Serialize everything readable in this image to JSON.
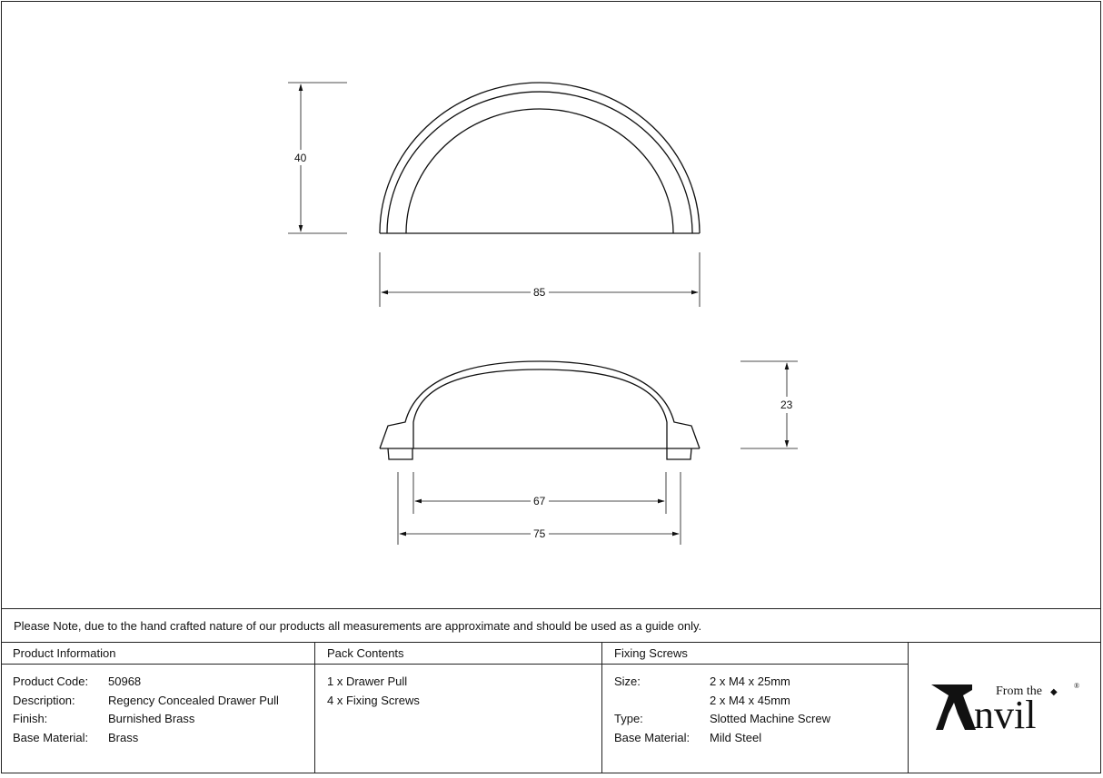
{
  "drawing": {
    "top_view": {
      "height_label": "40",
      "width_label": "85"
    },
    "front_view": {
      "height_label": "23",
      "inner_width_label": "67",
      "outer_width_label": "75"
    }
  },
  "note": "Please Note, due to the hand crafted nature of our products all measurements are approximate and should be used as a guide only.",
  "product_info": {
    "heading": "Product Information",
    "rows": [
      {
        "label": "Product Code:",
        "value": "50968"
      },
      {
        "label": "Description:",
        "value": "Regency Concealed Drawer Pull"
      },
      {
        "label": "Finish:",
        "value": "Burnished Brass"
      },
      {
        "label": "Base Material:",
        "value": "Brass"
      }
    ]
  },
  "pack_contents": {
    "heading": "Pack Contents",
    "items": [
      "1 x Drawer Pull",
      "4 x Fixing Screws"
    ]
  },
  "fixing_screws": {
    "heading": "Fixing Screws",
    "rows": [
      {
        "label": "Size:",
        "value": "2 x M4 x 25mm"
      },
      {
        "label": "",
        "value": "2 x M4 x 45mm"
      },
      {
        "label": "Type:",
        "value": "Slotted Machine Screw"
      },
      {
        "label": "Base Material:",
        "value": "Mild Steel"
      }
    ]
  },
  "logo": {
    "small_text": "From the",
    "big_text": "nvil",
    "registered": "®"
  }
}
